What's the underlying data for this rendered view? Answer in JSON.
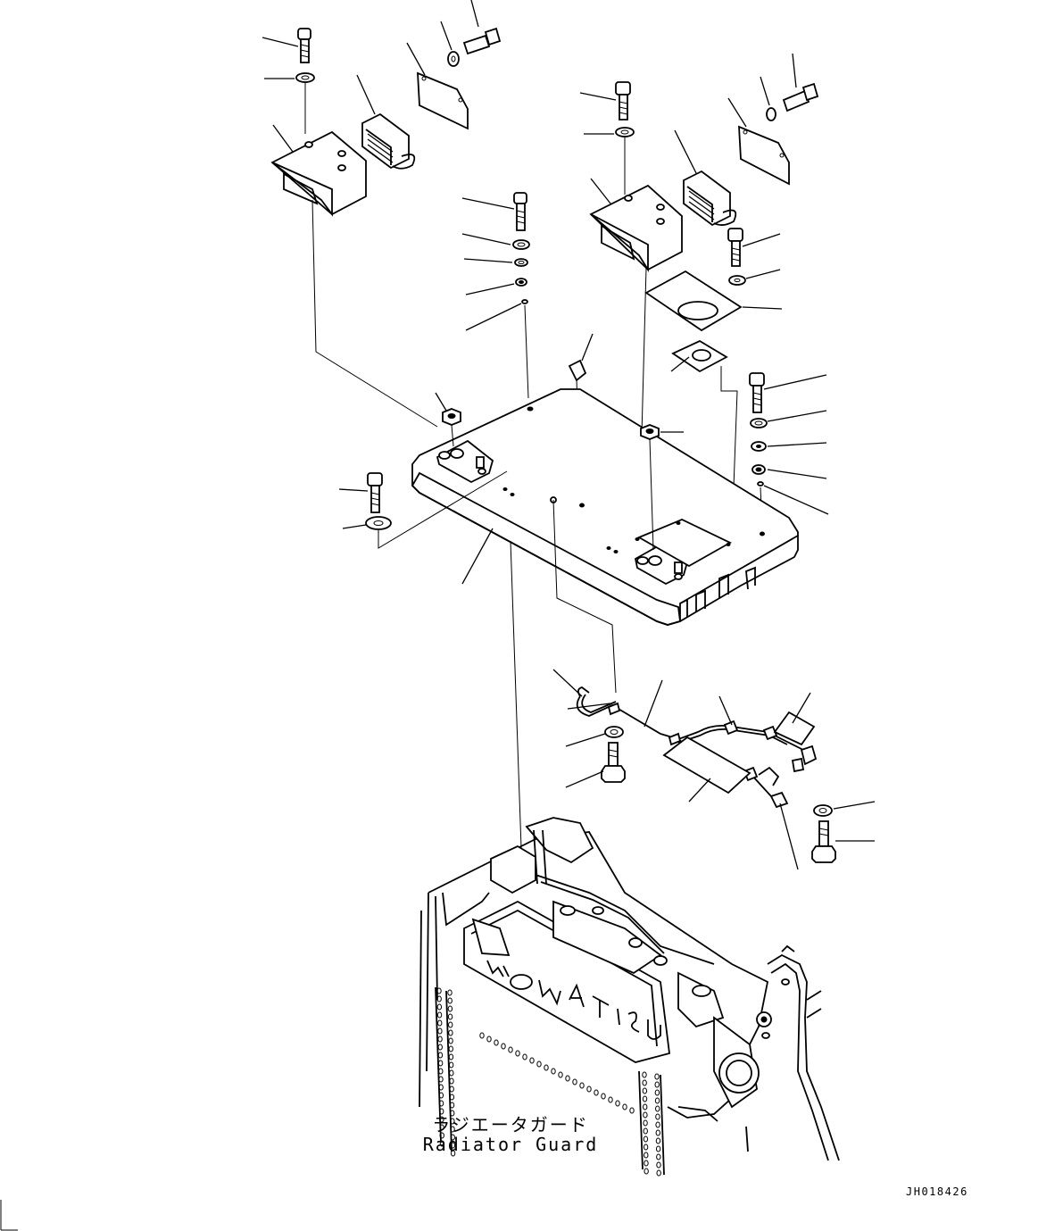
{
  "labels": {
    "radiator_guard_jp": "ラジエータガード",
    "radiator_guard_en": "Radiator Guard"
  },
  "drawing_number": "JH018426",
  "colors": {
    "line": "#000000",
    "background": "#ffffff"
  }
}
